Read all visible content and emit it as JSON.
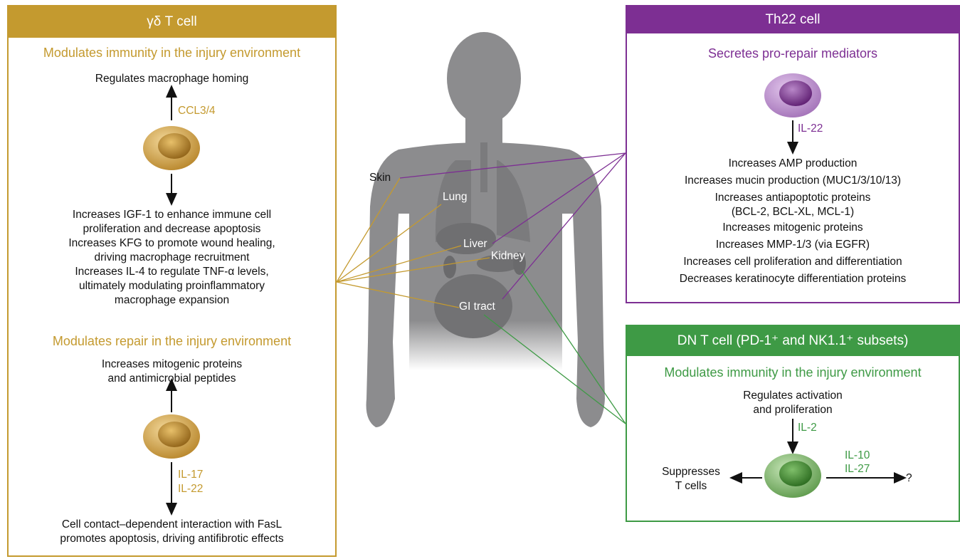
{
  "gamma_delta": {
    "title": "γδ T cell",
    "immunity_heading": "Modulates immunity in the injury environment",
    "macrophage_homing": "Regulates macrophage homing",
    "ccl": "CCL3/4",
    "effects": [
      "Increases IGF-1 to enhance immune cell",
      "proliferation and decrease apoptosis",
      "Increases KFG to promote wound healing,",
      "driving macrophage recruitment",
      "Increases IL-4 to regulate TNF-α levels,",
      "ultimately modulating proinflammatory",
      "macrophage expansion"
    ],
    "repair_heading": "Modulates repair in the injury environment",
    "repair_effect": [
      "Increases mitogenic proteins",
      "and antimicrobial peptides"
    ],
    "il17": "IL-17",
    "il22": "IL-22",
    "fasl_effect": [
      "Cell contact–dependent interaction with FasL",
      "promotes apoptosis, driving antifibrotic effects"
    ]
  },
  "th22": {
    "title": "Th22 cell",
    "heading": "Secretes pro-repair mediators",
    "il22": "IL-22",
    "effects": [
      "Increases AMP production",
      "Increases mucin production (MUC1/3/10/13)",
      "Increases antiapoptotic proteins",
      "(BCL-2, BCL-XL, MCL-1)",
      "Increases mitogenic proteins",
      "Increases MMP-1/3 (via EGFR)",
      "Increases cell proliferation and differentiation",
      "Decreases keratinocyte differentiation proteins"
    ]
  },
  "dn": {
    "title": "DN T cell (PD-1⁺ and NK1.1⁺ subsets)",
    "heading": "Modulates immunity in the injury environment",
    "activation": [
      "Regulates activation",
      "and proliferation"
    ],
    "il2": "IL-2",
    "suppress": [
      "Suppresses",
      "T cells"
    ],
    "il10": "IL-10",
    "il27": "IL-27",
    "question": "?"
  },
  "organs": {
    "skin": "Skin",
    "lung": "Lung",
    "liver": "Liver",
    "kidney": "Kidney",
    "gi": "GI tract"
  },
  "colors": {
    "gold": "#c49a2f",
    "purple": "#7d2f93",
    "green": "#3e9a45",
    "body": "#8c8c8e"
  }
}
